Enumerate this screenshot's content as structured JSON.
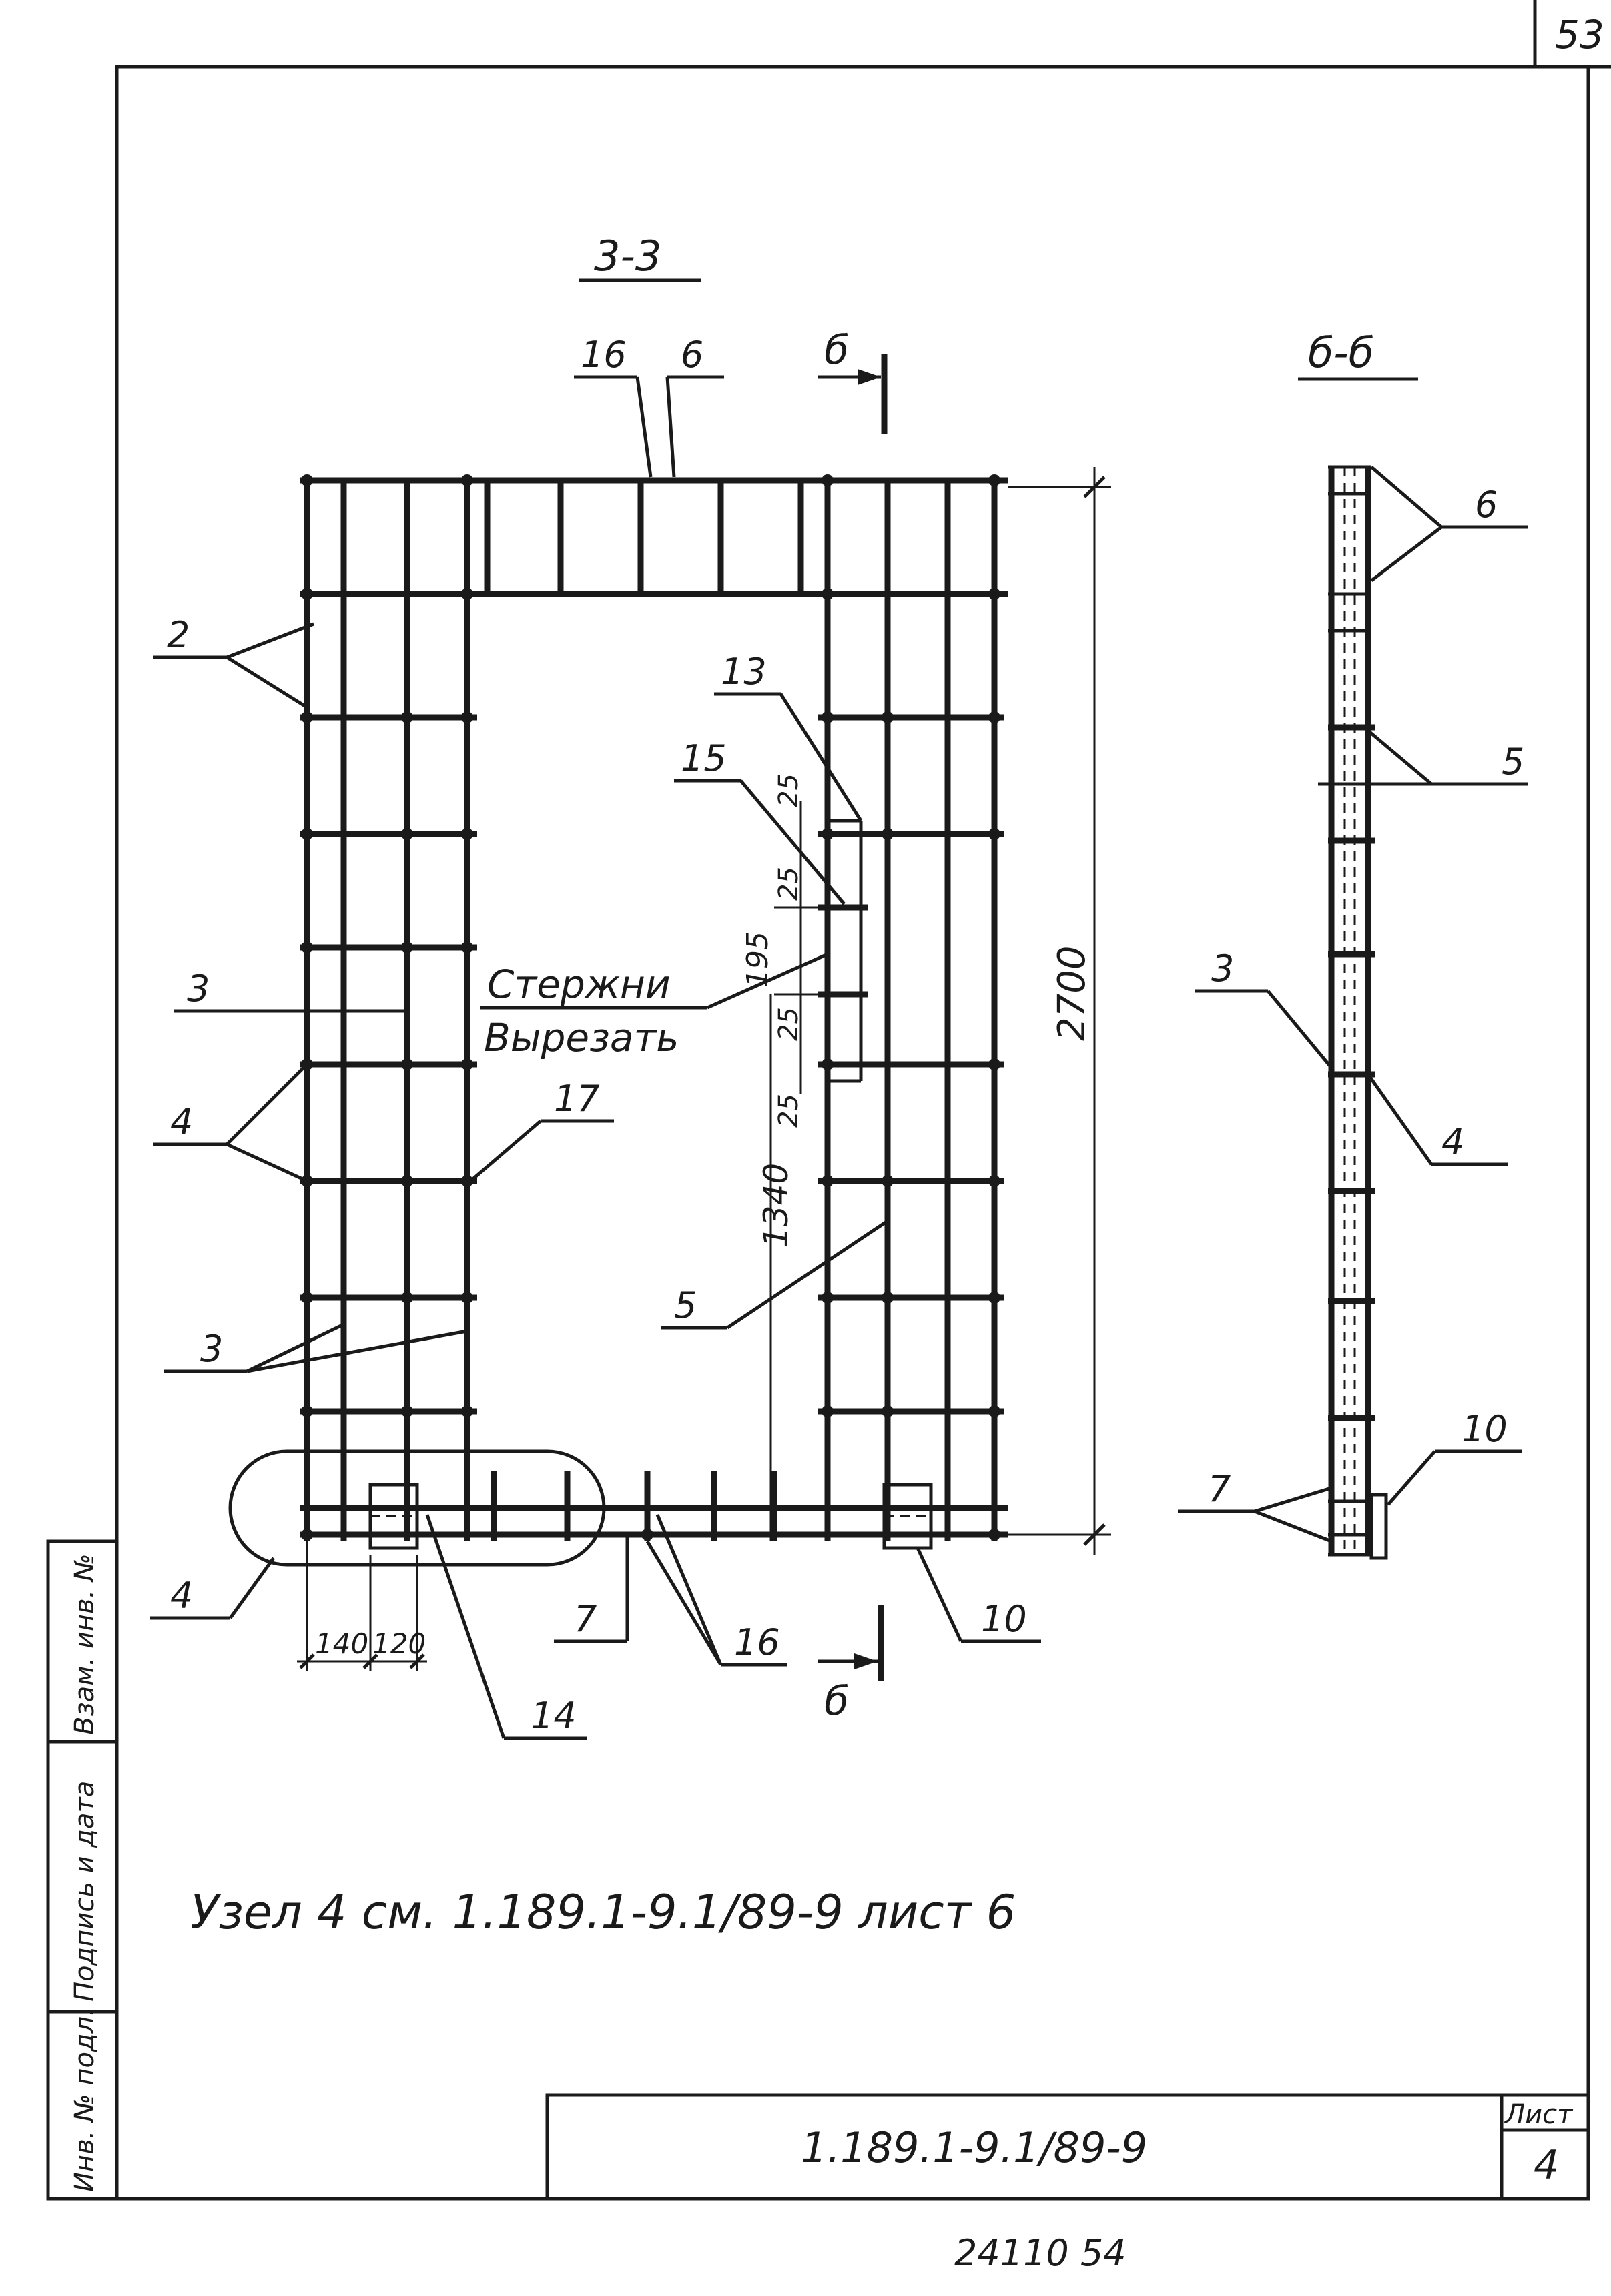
{
  "page_number": "53",
  "sections": {
    "main": {
      "title": "3-3"
    },
    "side": {
      "title": "б-б"
    }
  },
  "cut_marks": {
    "top": "б",
    "bottom": "б"
  },
  "callouts": {
    "c16_top": "16",
    "c6_top": "6",
    "c2": "2",
    "c13": "13",
    "c15": "15",
    "c3_left": "3",
    "c4_left": "4",
    "c17": "17",
    "c3_bottom": "3",
    "c5": "5",
    "c4_node": "4",
    "c7": "7",
    "c16_bottom": "16",
    "c10": "10",
    "c14": "14",
    "side_6": "6",
    "side_5": "5",
    "side_3": "3",
    "side_4": "4",
    "side_10": "10",
    "side_7": "7"
  },
  "note_cut_line1": "Стержни",
  "note_cut_line2": "Вырезать",
  "dimensions": {
    "overall_height": "2700",
    "opening_bottom": "1340",
    "opening_size": "195",
    "spacing_a": "25",
    "spacing_b": "25",
    "spacing_c": "25",
    "spacing_d": "25",
    "bottom_left": "140",
    "bottom_right": "120"
  },
  "reference_note": "Узел 4 см. 1.189.1-9.1/89-9 лист 6",
  "side_stamp": {
    "field_inv_orig": "Инв. № подл.",
    "field_signature": "Подпись и дата",
    "field_replace": "Взам. инв. №"
  },
  "title_block": {
    "document_code": "1.189.1-9.1/89-9",
    "sheet_label": "Лист",
    "sheet_number": "4"
  },
  "footer_code": "24110   54"
}
